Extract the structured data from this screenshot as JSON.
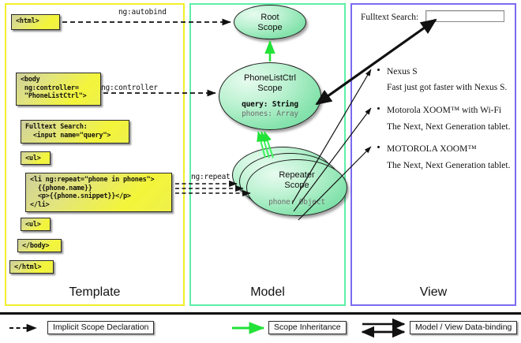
{
  "columns": [
    {
      "id": "template",
      "label": "Template",
      "border_color": "#f2ef2a"
    },
    {
      "id": "model",
      "label": "Model",
      "border_color": "#5df0a8"
    },
    {
      "id": "view",
      "label": "View",
      "border_color": "#7b6bf0"
    }
  ],
  "template": {
    "boxes": [
      {
        "name": "html-open-box",
        "text": "<html>"
      },
      {
        "name": "body-open-box",
        "text": "<body\n ng:controller=\n \"PhoneListCtrl\">"
      },
      {
        "name": "search-box",
        "text": "Fulltext Search:\n  <input name=\"query\">"
      },
      {
        "name": "ul-open-box",
        "text": "<ul>"
      },
      {
        "name": "li-repeat-box",
        "text": "<li ng:repeat=\"phone in phones\">\n  {{phone.name}}\n  <p>{{phone.snippet}}</p>\n</li>"
      },
      {
        "name": "ul-close-box",
        "text": "<ul>"
      },
      {
        "name": "body-close-box",
        "text": "</body>"
      },
      {
        "name": "html-close-box",
        "text": "</html>"
      }
    ]
  },
  "connectors": {
    "autobind": "ng:autobind",
    "controller": "ng:controller",
    "repeat": "ng:repeat"
  },
  "model": {
    "root_scope": {
      "title_line1": "Root",
      "title_line2": "Scope"
    },
    "ctrl_scope": {
      "title_line1": "PhoneListCtrl",
      "title_line2": "Scope",
      "field_query": "query: String",
      "field_phones": "phones: Array"
    },
    "repeater_scope": {
      "title_line1": "Repeater",
      "title_line2": "Scope",
      "field_phone": "phone: Object",
      "instances": 3
    }
  },
  "view": {
    "search_label": "Fulltext Search:",
    "search_input_value": "",
    "search_input_placeholder": "",
    "items": [
      {
        "name": "Nexus S",
        "snippet": "Fast just got faster with Nexus S."
      },
      {
        "name": "Motorola XOOM™  with Wi-Fi",
        "snippet": "The Next, Next Generation tablet."
      },
      {
        "name": "MOTOROLA XOOM™",
        "snippet": "The Next, Next Generation tablet."
      }
    ]
  },
  "legend": [
    {
      "name": "implicit-scope-declaration",
      "label": "Implicit Scope Declaration",
      "style": "dashed-arrow",
      "color": "#111111"
    },
    {
      "name": "scope-inheritance",
      "label": "Scope Inheritance",
      "style": "solid-arrow",
      "color": "#22e237"
    },
    {
      "name": "model-view-data-binding",
      "label": "Model / View Data-binding",
      "style": "double-arrow",
      "color": "#111111"
    }
  ]
}
